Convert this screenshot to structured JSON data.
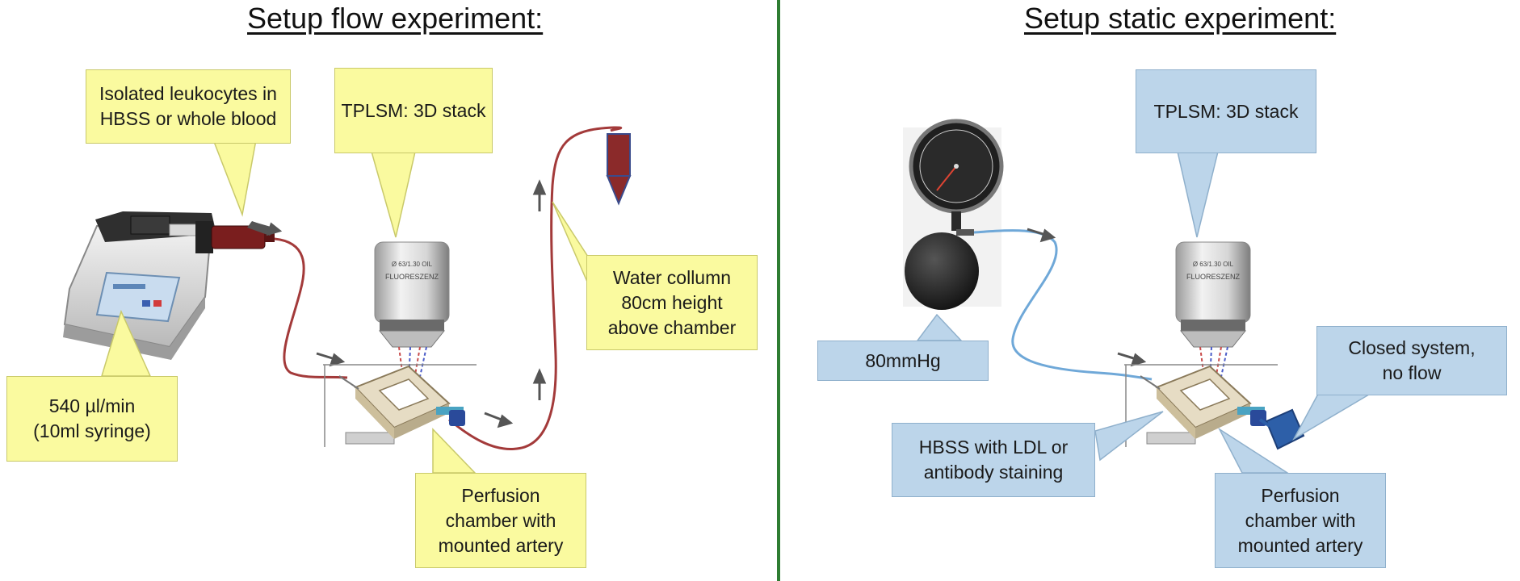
{
  "flow": {
    "title": "Setup flow experiment:",
    "leukocytes_label": "Isolated leukocytes in\nHBSS or whole blood",
    "tplsm_label": "TPLSM: 3D stack",
    "water_label": "Water collumn\n80cm height\nabove chamber",
    "rate_label": "540 µl/min\n(10ml syringe)",
    "chamber_label": "Perfusion\nchamber with\nmounted artery"
  },
  "static": {
    "title": "Setup static experiment:",
    "tplsm_label": "TPLSM: 3D stack",
    "pressure_label": "80mmHg",
    "closed_label": "Closed system,\nno flow",
    "hbss_label": "HBSS with LDL or\nantibody staining",
    "chamber_label": "Perfusion\nchamber with\nmounted artery"
  },
  "colors": {
    "yellow_callout": "#fafa9f",
    "blue_callout": "#bcd5ea",
    "divider": "#2e7d32",
    "tubing_flow": "#a33a3a",
    "tubing_static": "#6fa8d8"
  }
}
